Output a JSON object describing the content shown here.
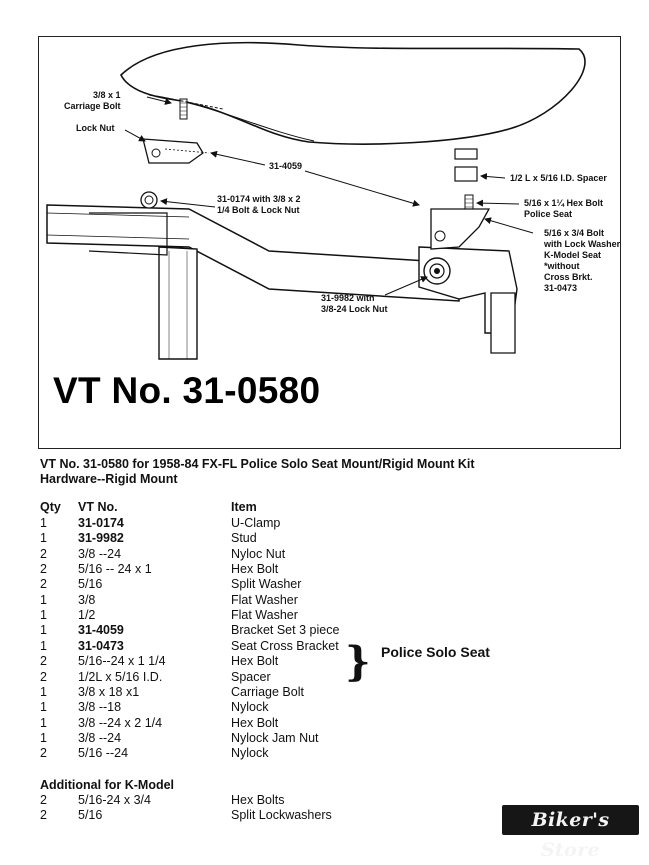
{
  "figure": {
    "callouts": {
      "carriage_bolt": "3/8 x 1\nCarriage Bolt",
      "lock_nut": "Lock Nut",
      "bracket": "31-4059",
      "spacer": "1/2 L x 5/16 I.D. Spacer",
      "hex_bolt": "5/16 x 1¼ Hex Bolt\nPolice Seat",
      "u_clamp": "31-0174 with 3/8 x 2\n1/4 Bolt & Lock Nut",
      "k_model": "5/16 x 3/4 Bolt\nwith Lock Washer\nK-Model Seat\n*without\nCross Brkt.\n31-0473",
      "stud": "31-9982 with\n3/8-24 Lock Nut"
    },
    "big_number": "VT No. 31-0580"
  },
  "kit_title_line1": "VT No. 31-0580 for 1958-84 FX-FL Police Solo Seat Mount/Rigid Mount Kit",
  "kit_title_line2": "Hardware--Rigid Mount",
  "table": {
    "headers": {
      "qty": "Qty",
      "vt_no": "VT No.",
      "item": "Item"
    },
    "rows": [
      {
        "qty": "1",
        "vt_no": "31-0174",
        "item": "U-Clamp",
        "bold": true
      },
      {
        "qty": "1",
        "vt_no": "31-9982",
        "item": "Stud",
        "bold": true
      },
      {
        "qty": "2",
        "vt_no": "3/8 --24",
        "item": "Nyloc Nut",
        "bold": false
      },
      {
        "qty": "2",
        "vt_no": "5/16 -- 24 x 1",
        "item": "Hex Bolt",
        "bold": false
      },
      {
        "qty": "2",
        "vt_no": "5/16",
        "item": "Split Washer",
        "bold": false
      },
      {
        "qty": "1",
        "vt_no": "3/8",
        "item": "Flat Washer",
        "bold": false
      },
      {
        "qty": "1",
        "vt_no": "1/2",
        "item": "Flat Washer",
        "bold": false
      },
      {
        "qty": "1",
        "vt_no": "31-4059",
        "item": "Bracket Set 3 piece",
        "bold": true
      },
      {
        "qty": "1",
        "vt_no": "31-0473",
        "item": "Seat Cross Bracket",
        "bold": true
      },
      {
        "qty": "2",
        "vt_no": "5/16--24 x 1 1/4",
        "item": "Hex Bolt",
        "bold": false
      },
      {
        "qty": "2",
        "vt_no": "1/2L x 5/16 I.D.",
        "item": "Spacer",
        "bold": false
      },
      {
        "qty": "1",
        "vt_no": "3/8 x 18 x1",
        "item": "Carriage Bolt",
        "bold": false
      },
      {
        "qty": "1",
        "vt_no": "3/8 --18",
        "item": "Nylock",
        "bold": false
      },
      {
        "qty": "1",
        "vt_no": "3/8 --24 x 2 1/4",
        "item": "Hex Bolt",
        "bold": false
      },
      {
        "qty": "1",
        "vt_no": "3/8 --24",
        "item": "Nylock Jam Nut",
        "bold": false
      },
      {
        "qty": "2",
        "vt_no": "5/16 --24",
        "item": "Nylock",
        "bold": false
      }
    ],
    "group_brace": "}",
    "group_label": "Police Solo Seat"
  },
  "k_model": {
    "heading": "Additional for K-Model",
    "rows": [
      {
        "qty": "2",
        "vt_no": "5/16-24 x 3/4",
        "item": "Hex Bolts",
        "bold": false
      },
      {
        "qty": "2",
        "vt_no": "5/16",
        "item": "Split Lockwashers",
        "bold": false
      }
    ]
  },
  "logo_text": "Biker's Store"
}
